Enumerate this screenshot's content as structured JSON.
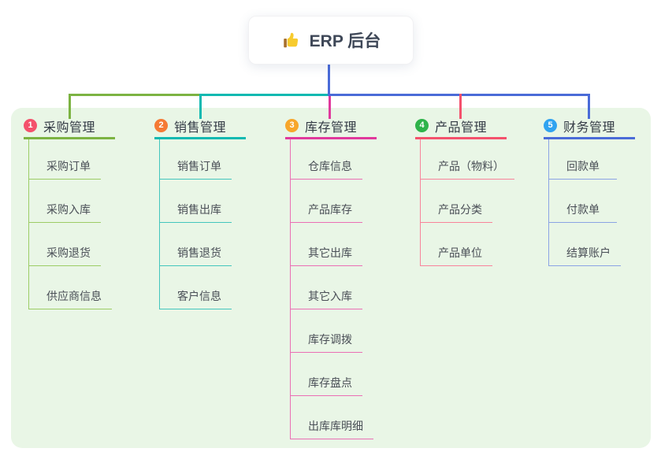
{
  "root": {
    "label": "ERP 后台",
    "icon": "thumbs-up-icon"
  },
  "panel": {
    "background": "#e9f6e6"
  },
  "connector_colors": {
    "root_stem": "#4a6bd8",
    "segment_left": "#7cb342",
    "segment_middle": "#0fb9b1",
    "segment_right": "#4a6bd8"
  },
  "branches": [
    {
      "index": "1",
      "label": "采购管理",
      "badge_color": "#f4516c",
      "line_color": "#7cb342",
      "child_line_color": "#9ccc65",
      "children": [
        "采购订单",
        "采购入库",
        "采购退货",
        "供应商信息"
      ]
    },
    {
      "index": "2",
      "label": "销售管理",
      "badge_color": "#f57a34",
      "line_color": "#0fb9b1",
      "child_line_color": "#43c6bd",
      "children": [
        "销售订单",
        "销售出库",
        "销售退货",
        "客户信息"
      ]
    },
    {
      "index": "3",
      "label": "库存管理",
      "badge_color": "#f7a62a",
      "line_color": "#e0399c",
      "child_line_color": "#ea6fb4",
      "children": [
        "仓库信息",
        "产品库存",
        "其它出库",
        "其它入库",
        "库存调拨",
        "库存盘点",
        "出库库明细"
      ]
    },
    {
      "index": "4",
      "label": "产品管理",
      "badge_color": "#2eb34a",
      "line_color": "#f4516c",
      "child_line_color": "#f8839a",
      "children": [
        "产品（物料）",
        "产品分类",
        "产品单位"
      ]
    },
    {
      "index": "5",
      "label": "财务管理",
      "badge_color": "#30a3f0",
      "line_color": "#4a6bd8",
      "child_line_color": "#8ba3e4",
      "children": [
        "回款单",
        "付款单",
        "结算账户"
      ]
    }
  ]
}
